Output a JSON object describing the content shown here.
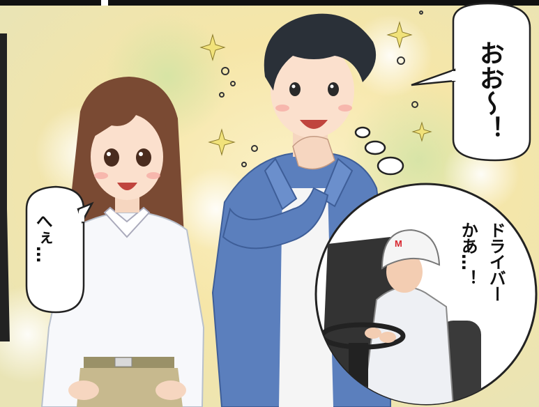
{
  "speech": {
    "woman": "へぇ…",
    "man": "おお〜！",
    "thought_line1": "ドライバー",
    "thought_line2": "かあ…！"
  },
  "helmet_mark": "M",
  "colors": {
    "man_shirt": "#5b7fbd",
    "woman_hair": "#7a4a33",
    "man_hair": "#2a3038",
    "background_warm": "#f6e6a8",
    "background_green": "#cfe3a4",
    "sparkle": "#f1e27a",
    "helmet_mark": "#d8252e"
  }
}
